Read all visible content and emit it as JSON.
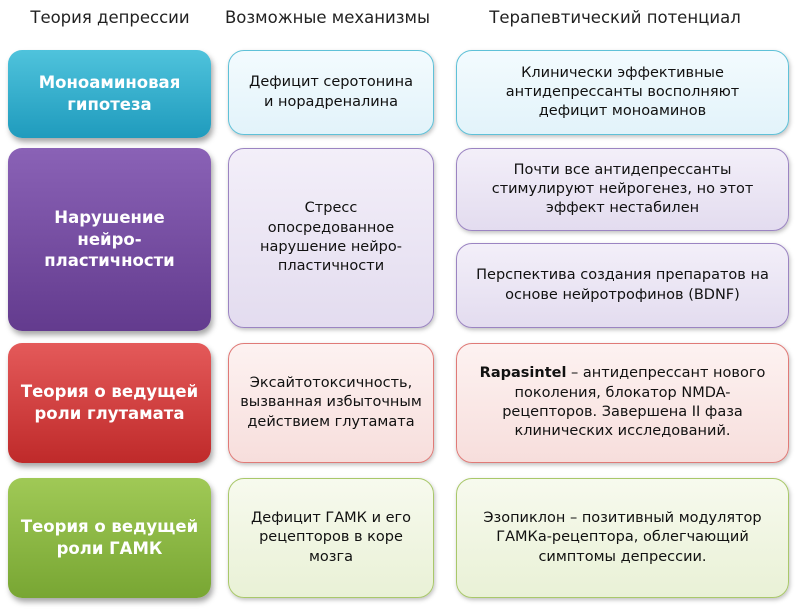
{
  "headers": {
    "theory": "Теория депрессии",
    "mechanisms": "Возможные механизмы",
    "potential": "Терапевтический потенциал"
  },
  "rows": [
    {
      "theory": "Моноаминовая гипотеза",
      "mechanism": "Дефицит серотонина  и  норадреналина",
      "potential": [
        "Клинически эффективные антидепрессанты восполняют дефицит моноаминов"
      ],
      "color": "#2aaac9"
    },
    {
      "theory": "Нарушение нейро-пластичности",
      "mechanism": "Стресс опосредованное нарушение нейро-пластичности",
      "potential": [
        "Почти все антидепрессанты стимулируют нейрогенез, но этот эффект нестабилен",
        "Перспектива создания препаратов на основе нейротрофинов (BDNF)"
      ],
      "color": "#724a9f"
    },
    {
      "theory": "Теория о ведущей роли глутамата",
      "mechanism": "Эксайтотоксичность, вызванная избыточным действием глутамата",
      "potential_bold": "Rapasintel",
      "potential_rest": " – антидепрессант нового поколения, блокатор NMDA-рецепторов. Завершена II фаза клинических исследований.",
      "color": "#d23c3c"
    },
    {
      "theory": "Теория о ведущей роли ГАМК",
      "mechanism": "Дефицит ГАМК и его рецепторов в коре мозга",
      "potential": [
        "Эзопиклон – позитивный модулятор ГАМКа-рецептора, облегчающий симптомы депрессии."
      ],
      "color": "#8bb843"
    }
  ]
}
